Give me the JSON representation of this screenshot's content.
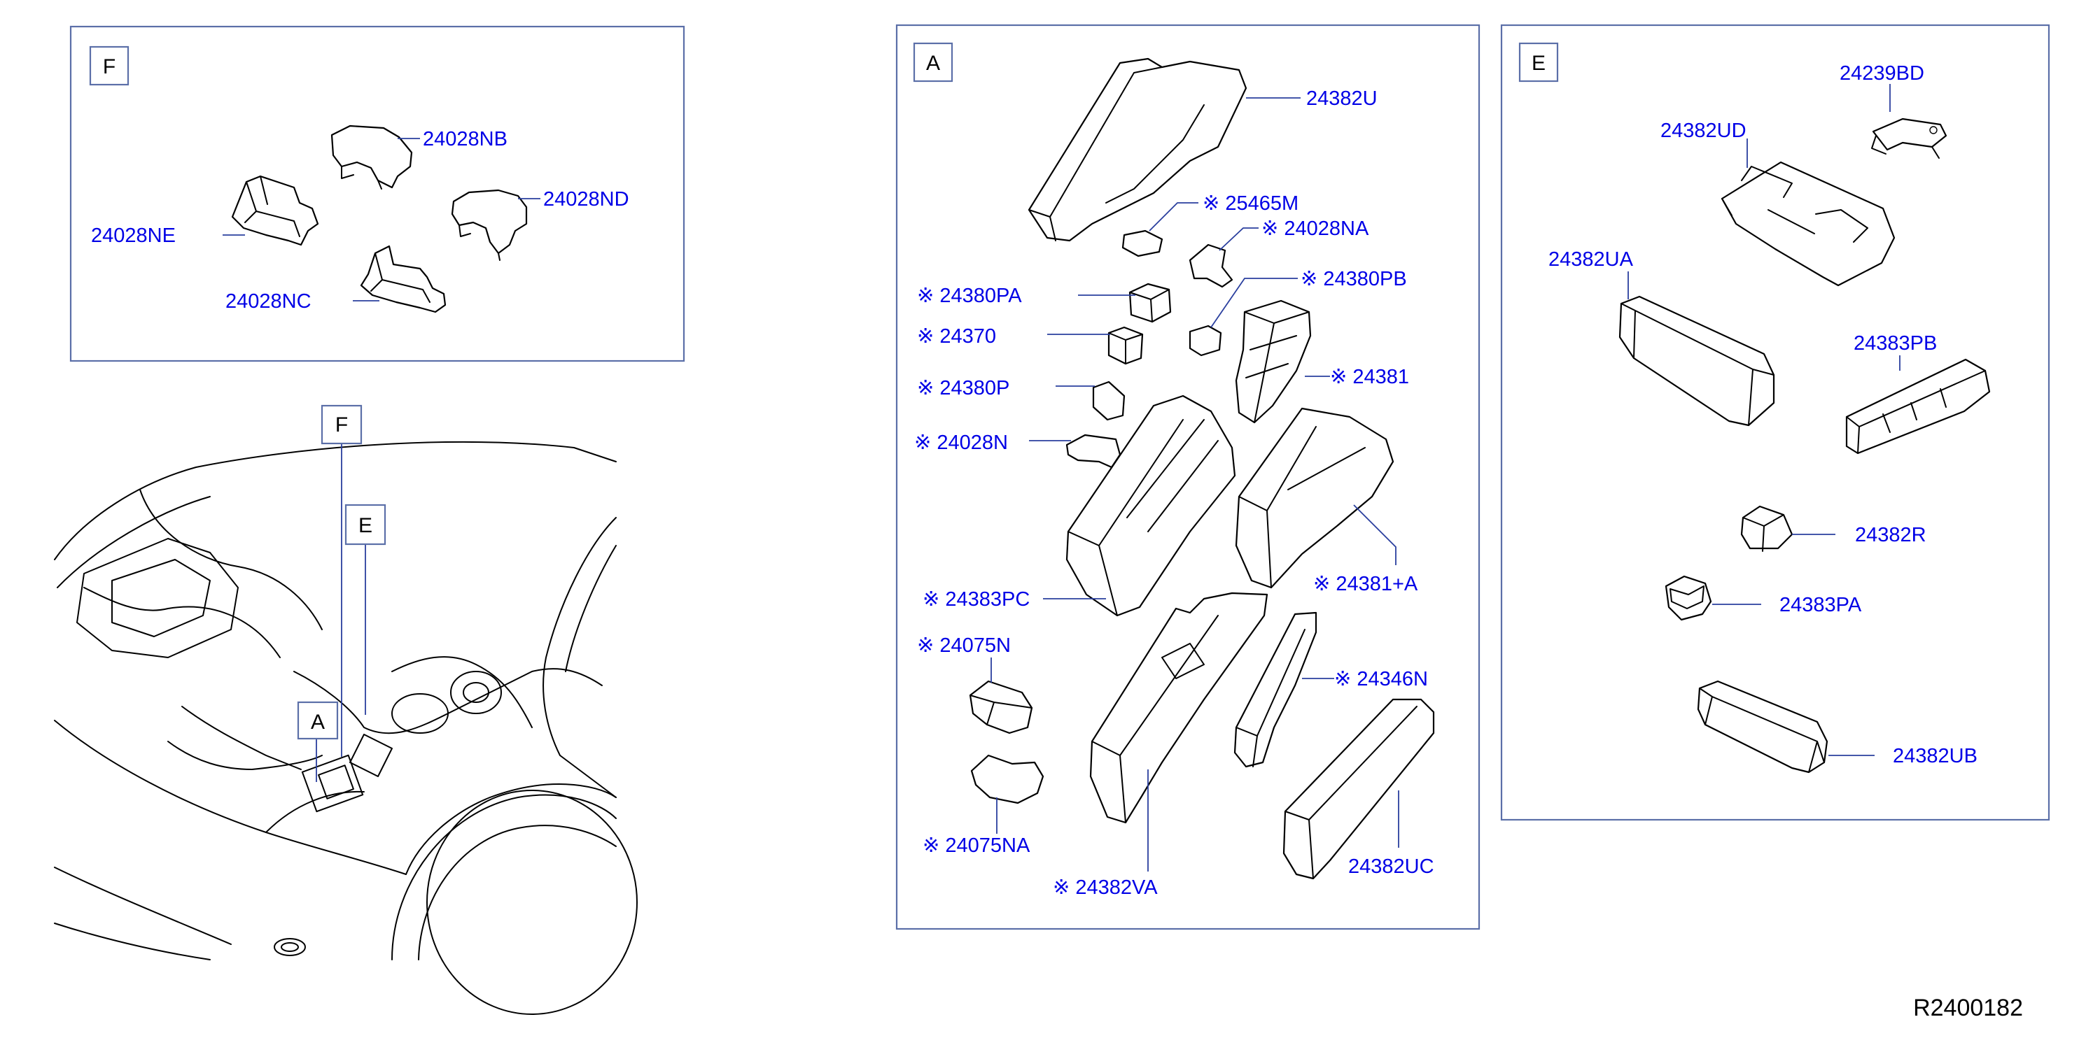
{
  "diagram_id": "R2400182",
  "colors": {
    "frame": "#5b6fa8",
    "part_number": "#0000e6",
    "leader": "#2a3f9e",
    "line_art": "#000000"
  },
  "panels": {
    "F": {
      "label": "F",
      "parts": {
        "nb": "24028NB",
        "nd": "24028ND",
        "ne": "24028NE",
        "nc": "24028NC"
      }
    },
    "overview": {
      "labels": {
        "f": "F",
        "e": "E",
        "a": "A"
      }
    },
    "A": {
      "label": "A",
      "parts": {
        "u": "24382U",
        "m25465": "※ 25465M",
        "na": "※ 24028NA",
        "pa": "※ 24380PA",
        "pb": "※ 24380PB",
        "p370": "※ 24370",
        "p381": "※ 24381",
        "p": "※ 24380P",
        "n": "※ 24028N",
        "pc": "※ 24383PC",
        "plusA": "※ 24381+A",
        "n075": "※ 24075N",
        "n346": "※ 24346N",
        "na075": "※ 24075NA",
        "va": "※ 24382VA",
        "uc": "24382UC"
      }
    },
    "E": {
      "label": "E",
      "parts": {
        "bd": "24239BD",
        "ud": "24382UD",
        "ua": "24382UA",
        "pb": "24383PB",
        "r": "24382R",
        "pa": "24383PA",
        "ub": "24382UB"
      }
    }
  }
}
